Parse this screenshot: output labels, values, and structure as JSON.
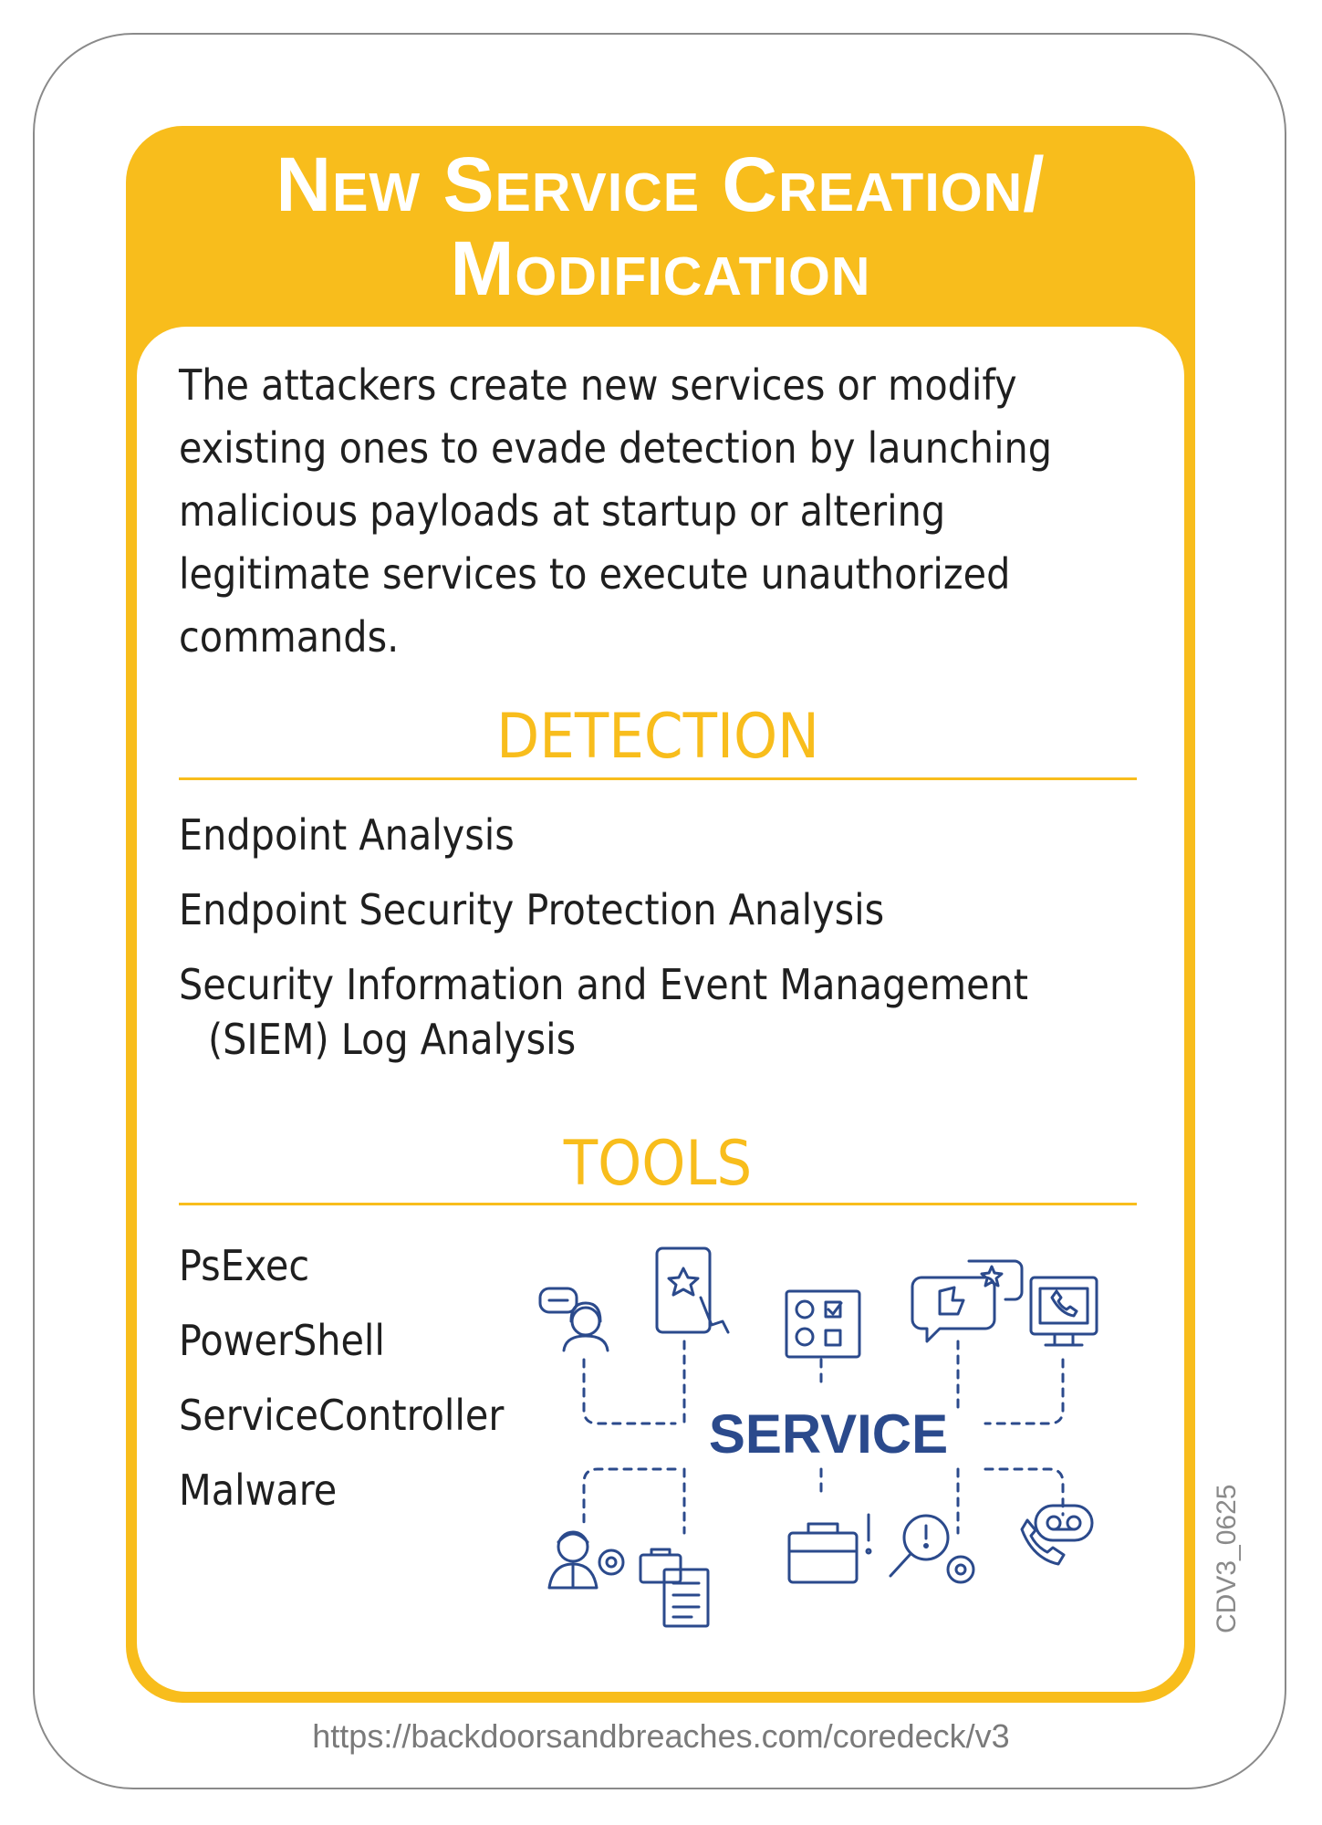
{
  "card": {
    "title_line1": "New Service Creation/",
    "title_line2": "Modification",
    "description_lines": [
      "The attackers create new services or modify",
      "existing ones to evade detection by launching",
      "malicious payloads at startup or altering",
      "legitimate services to execute unauthorized",
      "commands."
    ],
    "detection": {
      "heading": "DETECTION",
      "items": [
        "Endpoint Analysis",
        "Endpoint Security Protection Analysis",
        "Security Information and Event Management",
        "(SIEM) Log Analysis"
      ]
    },
    "tools": {
      "heading": "TOOLS",
      "items": [
        "PsExec",
        "PowerShell",
        "ServiceController",
        "Malware"
      ]
    },
    "illustration": {
      "label": "SERVICE",
      "icons": [
        "support-agent-icon",
        "tablet-touch-icon",
        "feedback-form-icon",
        "thumbs-up-star-icon",
        "computer-phone-icon",
        "engineer-gear-icon",
        "documents-briefcase-icon",
        "briefcase-alert-icon",
        "magnifier-alert-gear-icon",
        "voicemail-phone-icon"
      ]
    },
    "card_code": "CDV3_0625",
    "url": "https://backdoorsandbreaches.com/coredeck/v3"
  },
  "colors": {
    "accent": "#f8bd1c",
    "illustration_blue": "#2b4a8c",
    "text": "#1f1f1f",
    "muted": "#7a7a7a"
  }
}
